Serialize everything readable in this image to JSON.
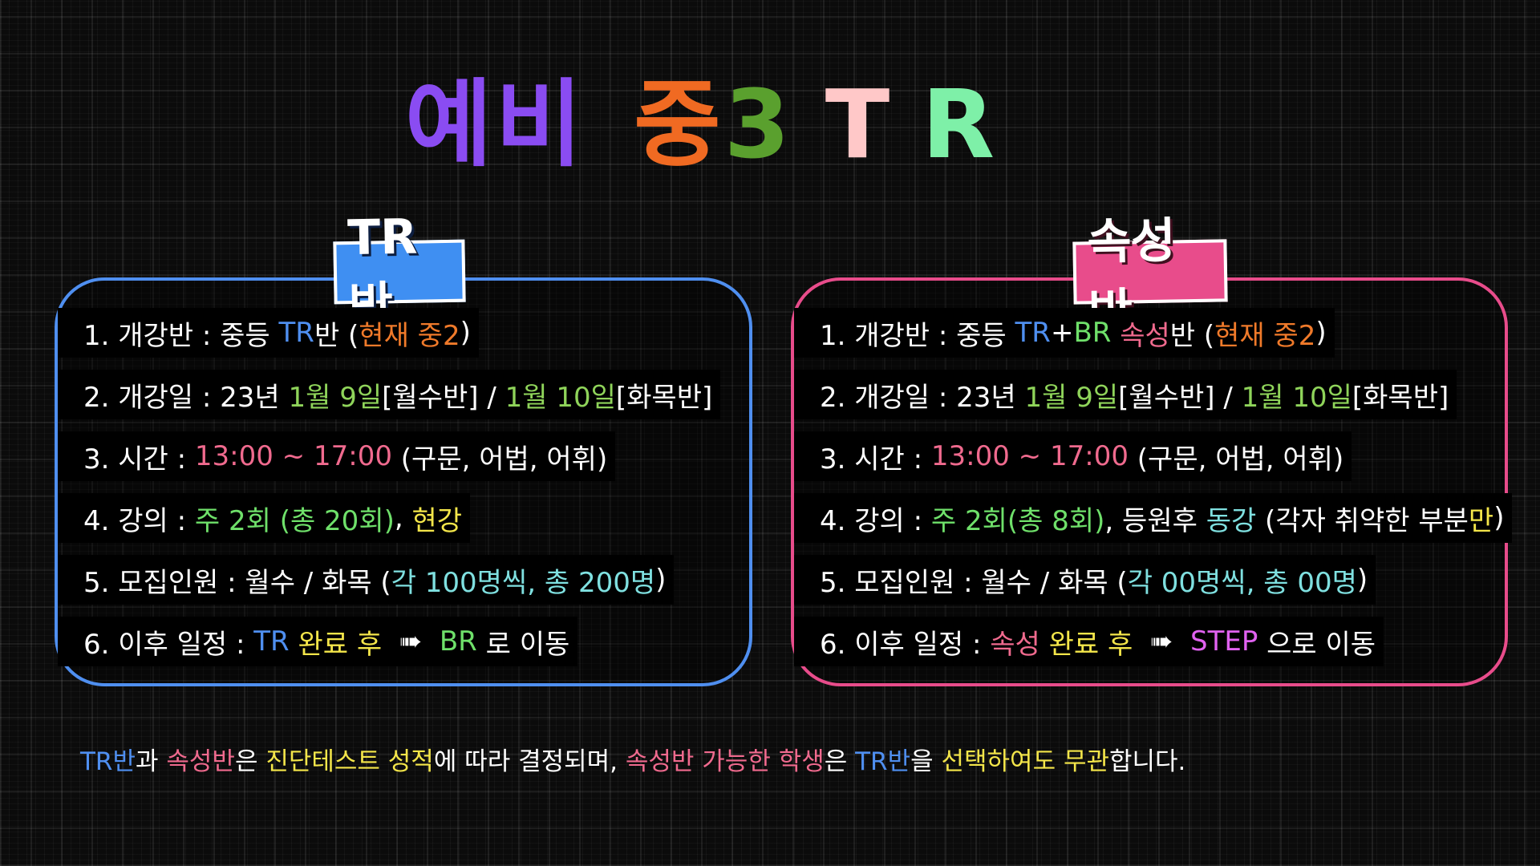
{
  "title": {
    "parts": [
      {
        "text": "예비",
        "color": "#8a4cf2"
      },
      {
        "text": "중",
        "color": "#f06a22"
      },
      {
        "text": "3",
        "color": "#5aa02e"
      },
      {
        "text": "T",
        "color": "#ffc8c8"
      },
      {
        "text": "R",
        "color": "#7ef0a8"
      }
    ]
  },
  "left_panel": {
    "badge": "TR반",
    "lines": [
      [
        {
          "t": "1. 개강반 : 중등 ",
          "c": "white"
        },
        {
          "t": "TR",
          "c": "blue"
        },
        {
          "t": "반 (",
          "c": "white"
        },
        {
          "t": "현재 중2",
          "c": "orange"
        },
        {
          "t": ")",
          "c": "white"
        }
      ],
      [
        {
          "t": "2. 개강일 : 23년 ",
          "c": "white"
        },
        {
          "t": "1월 9일",
          "c": "green"
        },
        {
          "t": "[월수반] / ",
          "c": "white"
        },
        {
          "t": "1월 10일",
          "c": "green"
        },
        {
          "t": "[화목반]",
          "c": "white"
        }
      ],
      [
        {
          "t": "3. 시간 : ",
          "c": "white"
        },
        {
          "t": "13:00 ~ 17:00",
          "c": "pink"
        },
        {
          "t": " (구문, 어법, 어휘)",
          "c": "white"
        }
      ],
      [
        {
          "t": "4. 강의 : ",
          "c": "white"
        },
        {
          "t": "주 2회 (총 20회)",
          "c": "bgreen"
        },
        {
          "t": ", ",
          "c": "white"
        },
        {
          "t": "현강",
          "c": "yellow"
        }
      ],
      [
        {
          "t": "5. 모집인원 : 월수 / 화목 (",
          "c": "white"
        },
        {
          "t": "각 100명씩, 총 200명",
          "c": "cyan"
        },
        {
          "t": ")",
          "c": "white"
        }
      ],
      [
        {
          "t": "6. 이후 일정 : ",
          "c": "white"
        },
        {
          "t": "TR",
          "c": "blue"
        },
        {
          "t": " ",
          "c": "white"
        },
        {
          "t": "완료 후",
          "c": "yellow"
        },
        {
          "t": "  ➠  ",
          "c": "white"
        },
        {
          "t": "BR",
          "c": "bgreen"
        },
        {
          "t": " 로 이동",
          "c": "white"
        }
      ]
    ]
  },
  "right_panel": {
    "badge": "속성반",
    "lines": [
      [
        {
          "t": "1. 개강반 : 중등 ",
          "c": "white"
        },
        {
          "t": "TR",
          "c": "blue"
        },
        {
          "t": "+",
          "c": "white"
        },
        {
          "t": "BR",
          "c": "bgreen"
        },
        {
          "t": " ",
          "c": "white"
        },
        {
          "t": "속성",
          "c": "pink"
        },
        {
          "t": "반 (",
          "c": "white"
        },
        {
          "t": "현재 중2",
          "c": "orange"
        },
        {
          "t": ")",
          "c": "white"
        }
      ],
      [
        {
          "t": "2. 개강일 : 23년 ",
          "c": "white"
        },
        {
          "t": "1월 9일",
          "c": "green"
        },
        {
          "t": "[월수반] / ",
          "c": "white"
        },
        {
          "t": "1월 10일",
          "c": "green"
        },
        {
          "t": "[화목반]",
          "c": "white"
        }
      ],
      [
        {
          "t": "3. 시간 : ",
          "c": "white"
        },
        {
          "t": "13:00 ~ 17:00",
          "c": "pink"
        },
        {
          "t": " (구문, 어법, 어휘)",
          "c": "white"
        }
      ],
      [
        {
          "t": "4. 강의 : ",
          "c": "white"
        },
        {
          "t": "주 2회(총 8회)",
          "c": "bgreen"
        },
        {
          "t": ", 등원후 ",
          "c": "white"
        },
        {
          "t": "동강",
          "c": "cyan"
        },
        {
          "t": " (각자 취약한 부분",
          "c": "white"
        },
        {
          "t": "만",
          "c": "yellow"
        },
        {
          "t": ")",
          "c": "white"
        }
      ],
      [
        {
          "t": "5. 모집인원 : 월수 / 화목 (",
          "c": "white"
        },
        {
          "t": "각 00명씩, 총 00명",
          "c": "cyan"
        },
        {
          "t": ")",
          "c": "white"
        }
      ],
      [
        {
          "t": "6. 이후 일정 : ",
          "c": "white"
        },
        {
          "t": "속성",
          "c": "pink"
        },
        {
          "t": " ",
          "c": "white"
        },
        {
          "t": "완료 후",
          "c": "yellow"
        },
        {
          "t": "  ➠  ",
          "c": "white"
        },
        {
          "t": "STEP",
          "c": "magenta"
        },
        {
          "t": " 으로 이동",
          "c": "white"
        }
      ]
    ]
  },
  "footer": [
    {
      "t": "TR반",
      "c": "blue"
    },
    {
      "t": "과 ",
      "c": "white"
    },
    {
      "t": "속성반",
      "c": "pink"
    },
    {
      "t": "은 ",
      "c": "white"
    },
    {
      "t": "진단테스트 성적",
      "c": "yellow"
    },
    {
      "t": "에 따라 결정되며, ",
      "c": "white"
    },
    {
      "t": "속성반 가능한 학생",
      "c": "pink"
    },
    {
      "t": "은 ",
      "c": "white"
    },
    {
      "t": "TR반",
      "c": "blue"
    },
    {
      "t": "을 ",
      "c": "white"
    },
    {
      "t": "선택하여도 무관",
      "c": "yellow"
    },
    {
      "t": "합니다.",
      "c": "white"
    }
  ]
}
